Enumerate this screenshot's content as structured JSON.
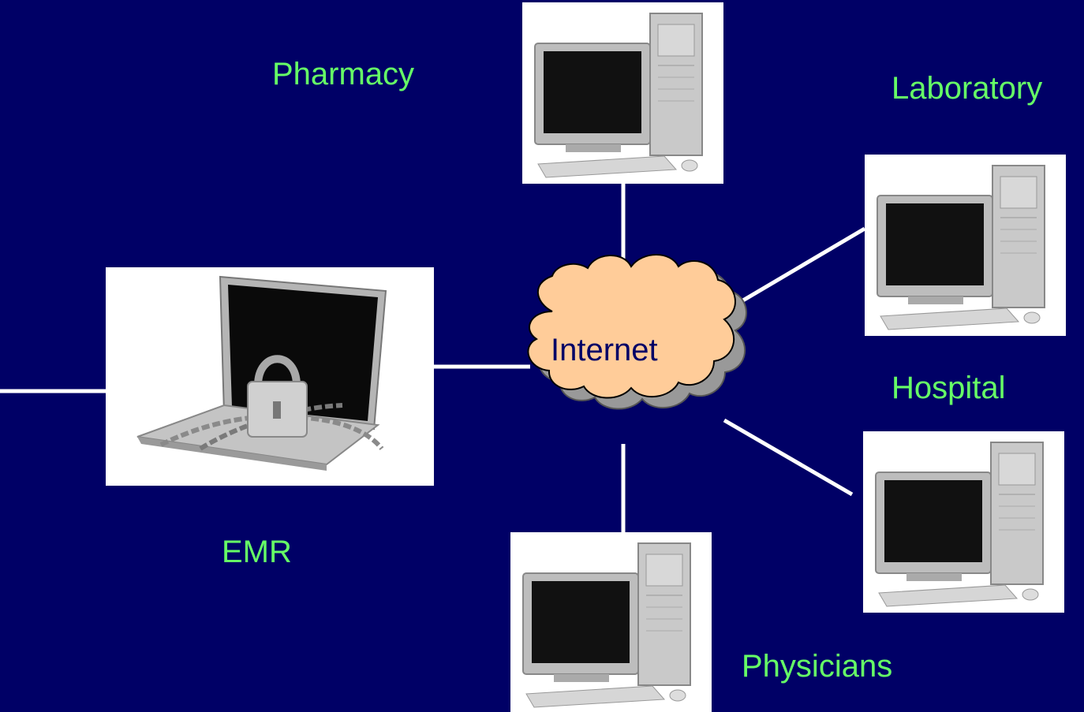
{
  "nodes": {
    "pharmacy": "Pharmacy",
    "laboratory": "Laboratory",
    "hospital": "Hospital",
    "physicians": "Physicians",
    "emr": "EMR",
    "internet": "Internet"
  },
  "colors": {
    "background": "#000066",
    "label": "#66ff66",
    "cloud_fill": "#ffcc99",
    "cloud_shadow": "#999999",
    "connector": "#ffffff"
  },
  "icons": {
    "workstation": "desktop-computer-icon",
    "secure_laptop": "locked-laptop-icon",
    "network": "internet-cloud-icon"
  }
}
